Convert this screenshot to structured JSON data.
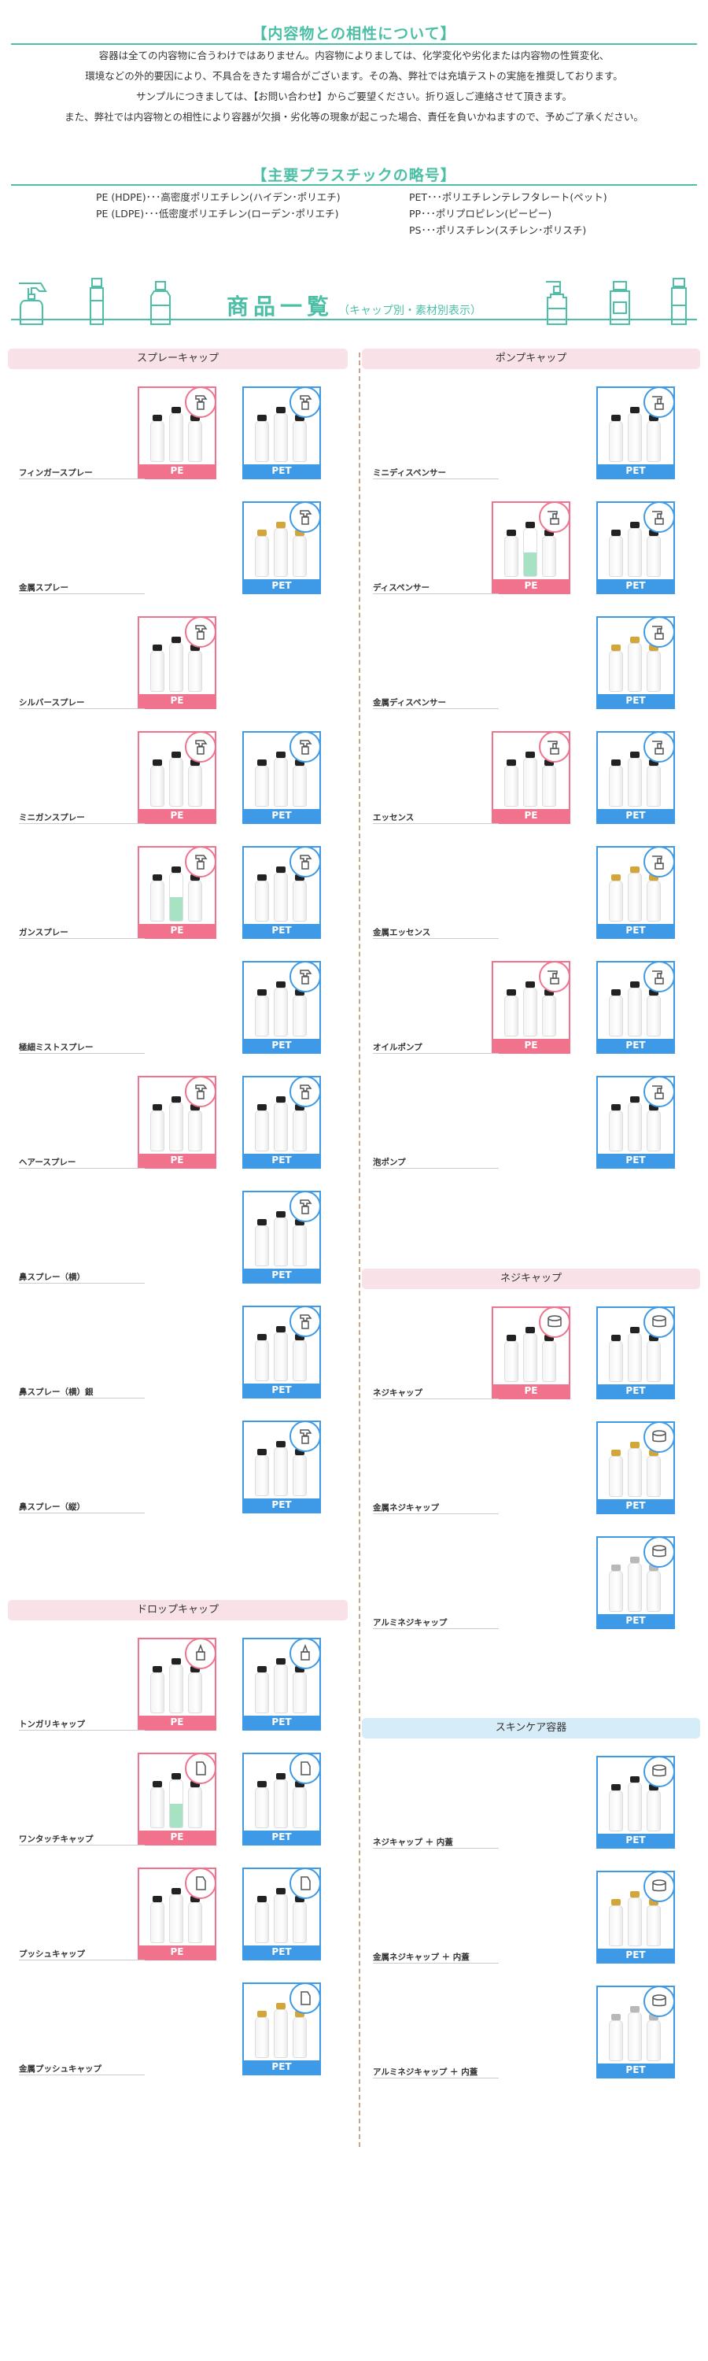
{
  "compat": {
    "title": "【内容物との相性について】",
    "lines": [
      "容器は全ての内容物に合うわけではありません。内容物によりましては、化学変化や劣化または内容物の性質変化、",
      "環境などの外的要因により、不具合をきたす場合がございます。その為、弊社では充填テストの実施を推奨しております。",
      "サンプルにつきましては、【お問い合わせ】からご要望ください。折り返しご連絡させて頂きます。",
      "また、弊社では内容物との相性により容器が欠損・劣化等の現象が起こった場合、責任を負いかねますので、予めご了承ください。"
    ]
  },
  "abbrev": {
    "title": "【主要プラスチックの略号】",
    "left": [
      "PE (HDPE)･･･高密度ポリエチレン(ハイデン･ポリエチ)",
      "PE (LDPE)･･･低密度ポリエチレン(ローデン･ポリエチ)"
    ],
    "right": [
      "PET･･･ポリエチレンテレフタレート(ペット)",
      "PP･･･ポリプロピレン(ピーピー)",
      "PS･･･ポリスチレン(スチレン･ポリスチ)"
    ]
  },
  "header": {
    "title": "商品一覧",
    "subtitle": "（キャップ別・素材別表示）"
  },
  "tags": {
    "pe": "PE",
    "pet": "PET"
  },
  "colors": {
    "accent": "#4cbfa6",
    "pe": "#f0728d",
    "pet": "#3e9ae6",
    "pink_band": "#f9e1e8",
    "blue_band": "#d6ecf8",
    "divider": "#c8a68a"
  },
  "left": {
    "spray": {
      "title": "スプレーキャップ",
      "items": [
        {
          "label": "フィンガースプレー",
          "pe": true,
          "pet": true,
          "icon": "finger-spray-icon"
        },
        {
          "label": "金属スプレー",
          "pe": false,
          "pet": true,
          "icon": "metal-spray-icon"
        },
        {
          "label": "シルバースプレー",
          "pe": true,
          "pet": false,
          "icon": "silver-spray-icon"
        },
        {
          "label": "ミニガンスプレー",
          "pe": true,
          "pet": true,
          "icon": "mini-gun-spray-icon"
        },
        {
          "label": "ガンスプレー",
          "pe": true,
          "pet": true,
          "icon": "gun-spray-icon"
        },
        {
          "label": "極細ミストスプレー",
          "pe": false,
          "pet": true,
          "icon": "fine-mist-spray-icon"
        },
        {
          "label": "ヘアースプレー",
          "pe": true,
          "pet": true,
          "icon": "hair-spray-icon"
        },
        {
          "label": "鼻スプレー（横）",
          "pe": false,
          "pet": true,
          "icon": "nasal-spray-side-icon"
        },
        {
          "label": "鼻スプレー（横）銀",
          "pe": false,
          "pet": true,
          "icon": "nasal-spray-silver-icon"
        },
        {
          "label": "鼻スプレー（縦）",
          "pe": false,
          "pet": true,
          "icon": "nasal-spray-vertical-icon"
        }
      ]
    },
    "drop": {
      "title": "ドロップキャップ",
      "items": [
        {
          "label": "トンガリキャップ",
          "pe": true,
          "pet": true,
          "icon": "pointed-cap-icon"
        },
        {
          "label": "ワンタッチキャップ",
          "pe": true,
          "pet": true,
          "icon": "one-touch-cap-icon"
        },
        {
          "label": "プッシュキャップ",
          "pe": true,
          "pet": true,
          "icon": "push-cap-icon"
        },
        {
          "label": "金属プッシュキャップ",
          "pe": false,
          "pet": true,
          "icon": "metal-push-cap-icon"
        }
      ]
    }
  },
  "right": {
    "pump": {
      "title": "ポンプキャップ",
      "items": [
        {
          "label": "ミニディスペンサー",
          "pe": false,
          "pet": true,
          "icon": "mini-dispenser-icon"
        },
        {
          "label": "ディスペンサー",
          "pe": true,
          "pet": true,
          "icon": "dispenser-icon"
        },
        {
          "label": "金属ディスペンサー",
          "pe": false,
          "pet": true,
          "icon": "metal-dispenser-icon"
        },
        {
          "label": "エッセンス",
          "pe": true,
          "pet": true,
          "icon": "essence-icon"
        },
        {
          "label": "金属エッセンス",
          "pe": false,
          "pet": true,
          "icon": "metal-essence-icon"
        },
        {
          "label": "オイルポンプ",
          "pe": true,
          "pet": true,
          "icon": "oil-pump-icon"
        },
        {
          "label": "泡ポンプ",
          "pe": false,
          "pet": true,
          "icon": "foam-pump-icon"
        }
      ]
    },
    "screw": {
      "title": "ネジキャップ",
      "items": [
        {
          "label": "ネジキャップ",
          "pe": true,
          "pet": true,
          "icon": "screw-cap-icon"
        },
        {
          "label": "金属ネジキャップ",
          "pe": false,
          "pet": true,
          "icon": "metal-screw-cap-icon"
        },
        {
          "label": "アルミネジキャップ",
          "pe": false,
          "pet": true,
          "icon": "aluminum-screw-cap-icon"
        }
      ]
    },
    "skincare": {
      "title": "スキンケア容器",
      "items": [
        {
          "label": "ネジキャップ ＋ 内蓋",
          "pe": false,
          "pet": true,
          "icon": "screw-cap-inner-lid-icon"
        },
        {
          "label": "金属ネジキャップ ＋ 内蓋",
          "pe": false,
          "pet": true,
          "icon": "metal-screw-cap-inner-lid-icon"
        },
        {
          "label": "アルミネジキャップ ＋ 内蓋",
          "pe": false,
          "pet": true,
          "icon": "aluminum-screw-cap-inner-lid-icon"
        }
      ]
    }
  }
}
